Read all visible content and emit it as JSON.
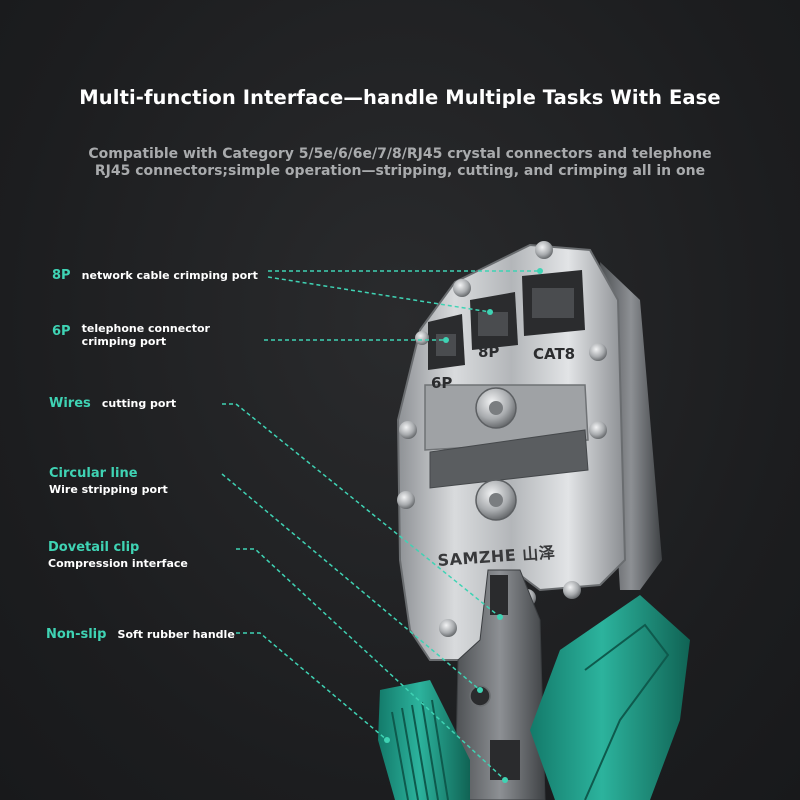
{
  "headline": "Multi-function Interface—handle Multiple Tasks With Ease",
  "subtitle": {
    "line1": "Compatible with Category 5/5e/6/6e/7/8/RJ45 crystal connectors and telephone",
    "line2": "RJ45 connectors;simple operation—stripping, cutting, and crimping all in one"
  },
  "features": [
    {
      "keyword": "8P",
      "desc_line1": "network cable crimping port"
    },
    {
      "keyword": "6P",
      "desc_line1": "telephone connector",
      "desc_line2": "crimping port"
    },
    {
      "keyword": "Wires",
      "desc_line1": "cutting port"
    },
    {
      "keyword": "Circular line",
      "desc_line1": "Wire stripping port"
    },
    {
      "keyword": "Dovetail clip",
      "desc_line1": "Compression interface"
    },
    {
      "keyword": "Non-slip",
      "desc_line1": "Soft rubber handle"
    }
  ],
  "tool_engravings": {
    "port_6p": "6P",
    "port_8p": "8P",
    "port_cat8": "CAT8",
    "brand": "SAMZHE 山泽"
  },
  "colors": {
    "accent": "#3fd3b4",
    "background": "#1e1f21",
    "handle": "#1f9a86",
    "steel": "#b9bcbf"
  }
}
